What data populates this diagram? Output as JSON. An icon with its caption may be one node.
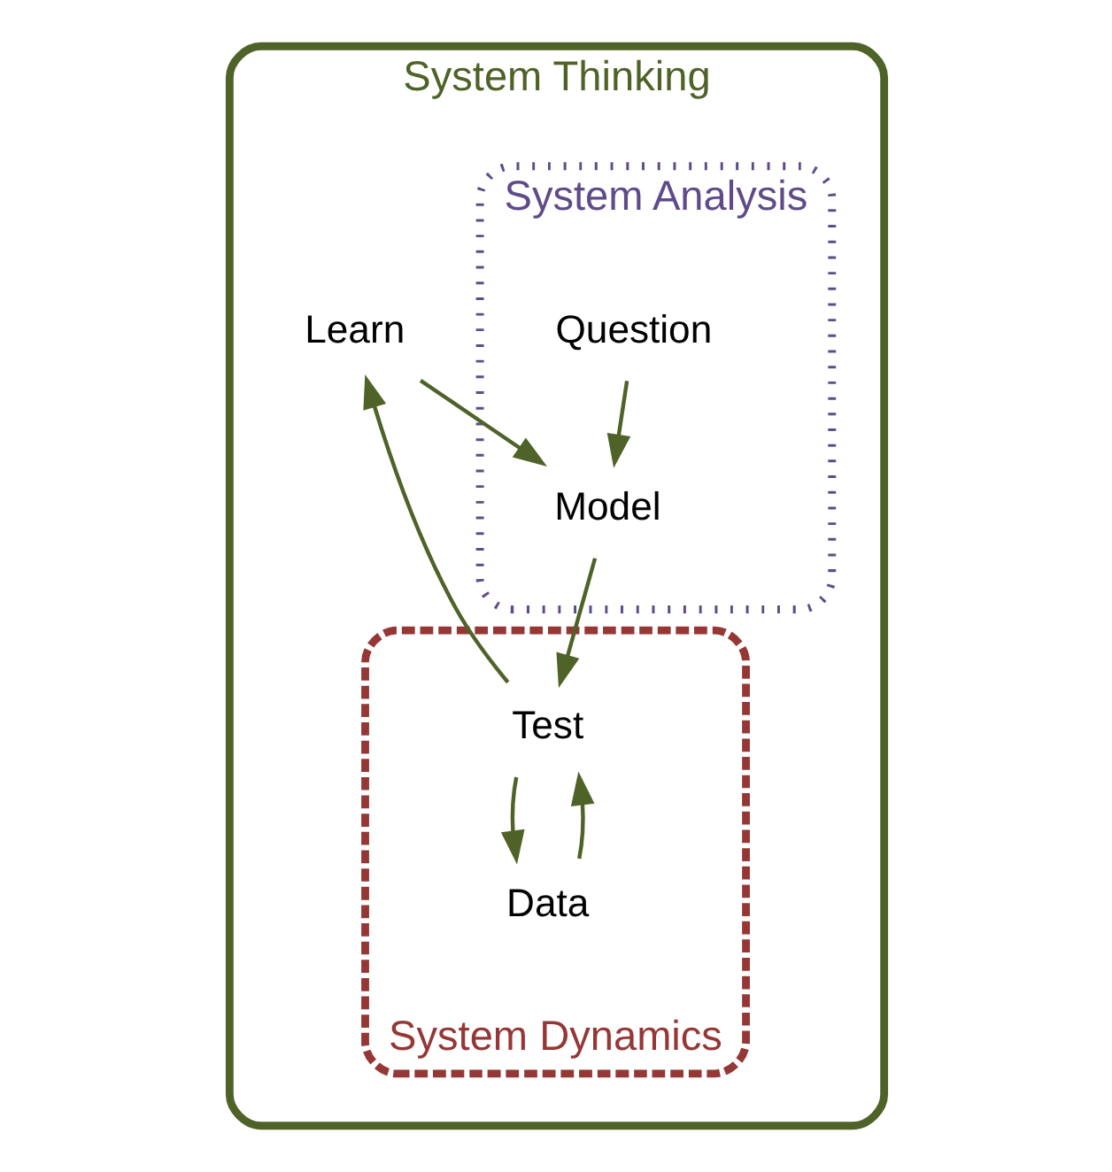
{
  "diagram": {
    "nodes": [
      {
        "text": [
          "System Thinking"
        ]
      },
      {
        "text": [
          "System Analysis"
        ],
        "in": 0
      },
      {
        "text": [
          "System Dynamics"
        ],
        "in": 0
      },
      {
        "text": [
          "Question"
        ],
        "in": 1
      },
      {
        "text": [
          "Model"
        ],
        "in": 1
      },
      {
        "text": [
          "Learn"
        ],
        "in": 0
      },
      {
        "text": [
          "Test"
        ],
        "in": 2
      },
      {
        "text": [
          "Data"
        ],
        "in": 2
      }
    ],
    "edges": [
      {
        "from": 3,
        "to": 4,
        "arrow": "to"
      },
      {
        "from": 5,
        "to": 4,
        "arrow": "to"
      },
      {
        "from": 4,
        "to": 6,
        "arrow": "to"
      },
      {
        "from": 6,
        "to": 7,
        "arrow": "to"
      },
      {
        "from": 7,
        "to": 6,
        "arrow": "to"
      },
      {
        "from": 6,
        "to": 5,
        "arrow": "to"
      }
    ]
  }
}
